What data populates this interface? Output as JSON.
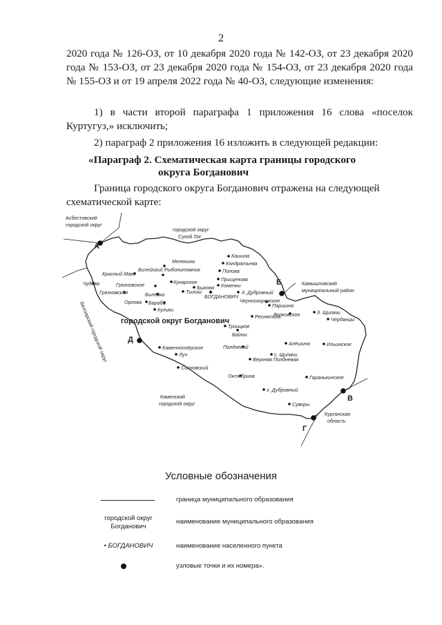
{
  "page_number": "2",
  "body": {
    "p1": "2020 года № 126-ОЗ, от 10 декабря 2020 года № 142-ОЗ, от 23 декабря 2020 года № 153-ОЗ, от 23 декабря 2020 года № 154-ОЗ, от 23 декабря 2020 года № 155-ОЗ и от 19 апреля 2022 года № 40-ОЗ, следующие изменения:",
    "p2": "1) в части второй параграфа 1 приложения 16 слова «поселок Куртугуз,» исключить;",
    "p3": "2) параграф 2 приложения 16 изложить в следующей редакции:",
    "heading_line1": "«Параграф 2. Схематическая карта границы городского",
    "heading_line2": "округа Богданович",
    "p4": "Граница городского округа Богданович отражена на следующей схематической карте:"
  },
  "map": {
    "main_region": "городской округ Богданович",
    "neighbors": {
      "asbest": [
        "Асбестовский",
        "городской округ"
      ],
      "sukhoy_log": [
        "городской округ",
        "Сухой Лог"
      ],
      "kamyshlov": [
        "Камышловский",
        "муниципальный район"
      ],
      "beloyarsky": "Белоярский городской округ",
      "kamensky": [
        "Каменский",
        "городской округ"
      ],
      "kurgan": [
        "Курганская",
        "область"
      ]
    },
    "nodes": [
      "А",
      "Б",
      "В",
      "Г",
      "Д"
    ],
    "center": "БОГДАНОВИЧ",
    "settlements": [
      "Мелехина",
      "Билейский Рыбопитомник",
      "Кашина",
      "Кондратьева",
      "Попова",
      "Красный Маяк",
      "Чудова",
      "Грязновское",
      "Кунарское",
      "Быкова",
      "Прищенова",
      "Коменки",
      "Грязновская",
      "Билейка",
      "Тыгиш",
      "д. Дубровный",
      "Черноскоровское",
      "Паршина",
      "Орлова",
      "Бараба",
      "Кулики",
      "Волковское",
      "д. Щипачи",
      "Черданцы",
      "Реснятиха",
      "Троицкое",
      "Байны",
      "Алёшина",
      "Ильинское",
      "Каменноозёрское",
      "Полдневой",
      "Луч",
      "с. Щипачи",
      "Верхняя Полдневая",
      "Сосновский",
      "Октябрина",
      "х. Дубровный",
      "Гаранькинское",
      "Суворы"
    ]
  },
  "legend": {
    "title": "Условные обозначения",
    "rows": [
      {
        "symbol": "",
        "description": "граница муниципального образования"
      },
      {
        "symbol_line1": "городской округ",
        "symbol_line2": "Богданович",
        "description": "наименование муниципального образования"
      },
      {
        "symbol": "• БОГДАНОВИЧ",
        "description": "наименование населенного пункта"
      },
      {
        "symbol": "",
        "description": "узловые точки и их номера»."
      }
    ]
  }
}
